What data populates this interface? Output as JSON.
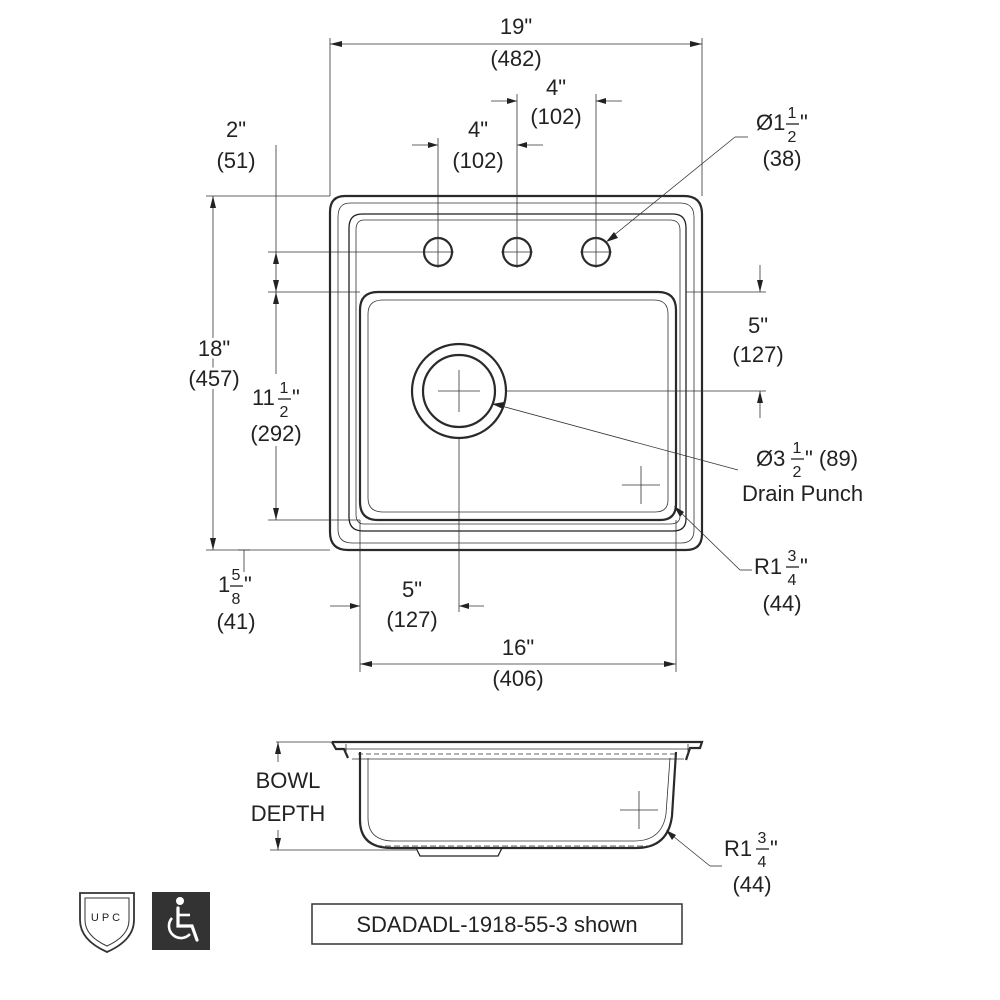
{
  "dimensions": {
    "overall_width": {
      "in": "19\"",
      "mm": "(482)"
    },
    "hole_spacing_a": {
      "in": "4\"",
      "mm": "(102)"
    },
    "hole_spacing_b": {
      "in": "4\"",
      "mm": "(102)"
    },
    "hole_diameter": {
      "prefix": "Ø1",
      "num": "1",
      "den": "2",
      "suffix": "\"",
      "mm": "(38)"
    },
    "top_offset": {
      "in": "2\"",
      "mm": "(51)"
    },
    "overall_length": {
      "in": "18\"",
      "mm": "(457)"
    },
    "bowl_length": {
      "prefix": "11",
      "num": "1",
      "den": "2",
      "suffix": "\"",
      "mm": "(292)"
    },
    "drain_offset_y": {
      "in": "5\"",
      "mm": "(127)"
    },
    "drain_diameter": {
      "prefix": "Ø3",
      "num": "1",
      "den": "2",
      "suffix": "\" (89)",
      "label": "Drain Punch"
    },
    "corner_radius": {
      "prefix": "R1",
      "num": "3",
      "den": "4",
      "suffix": "\"",
      "mm": "(44)"
    },
    "bottom_offset": {
      "prefix": "1",
      "num": "5",
      "den": "8",
      "suffix": "\"",
      "mm": "(41)"
    },
    "drain_offset_x": {
      "in": "5\"",
      "mm": "(127)"
    },
    "bowl_width": {
      "in": "16\"",
      "mm": "(406)"
    }
  },
  "section": {
    "depth_label_1": "BOWL",
    "depth_label_2": "DEPTH",
    "corner_radius": {
      "prefix": "R1",
      "num": "3",
      "den": "4",
      "suffix": "\"",
      "mm": "(44)"
    }
  },
  "badges": {
    "upc_text": "UPC",
    "accessibility_icon": "wheelchair-icon"
  },
  "model_caption": "SDADADL-1918-55-3 shown"
}
